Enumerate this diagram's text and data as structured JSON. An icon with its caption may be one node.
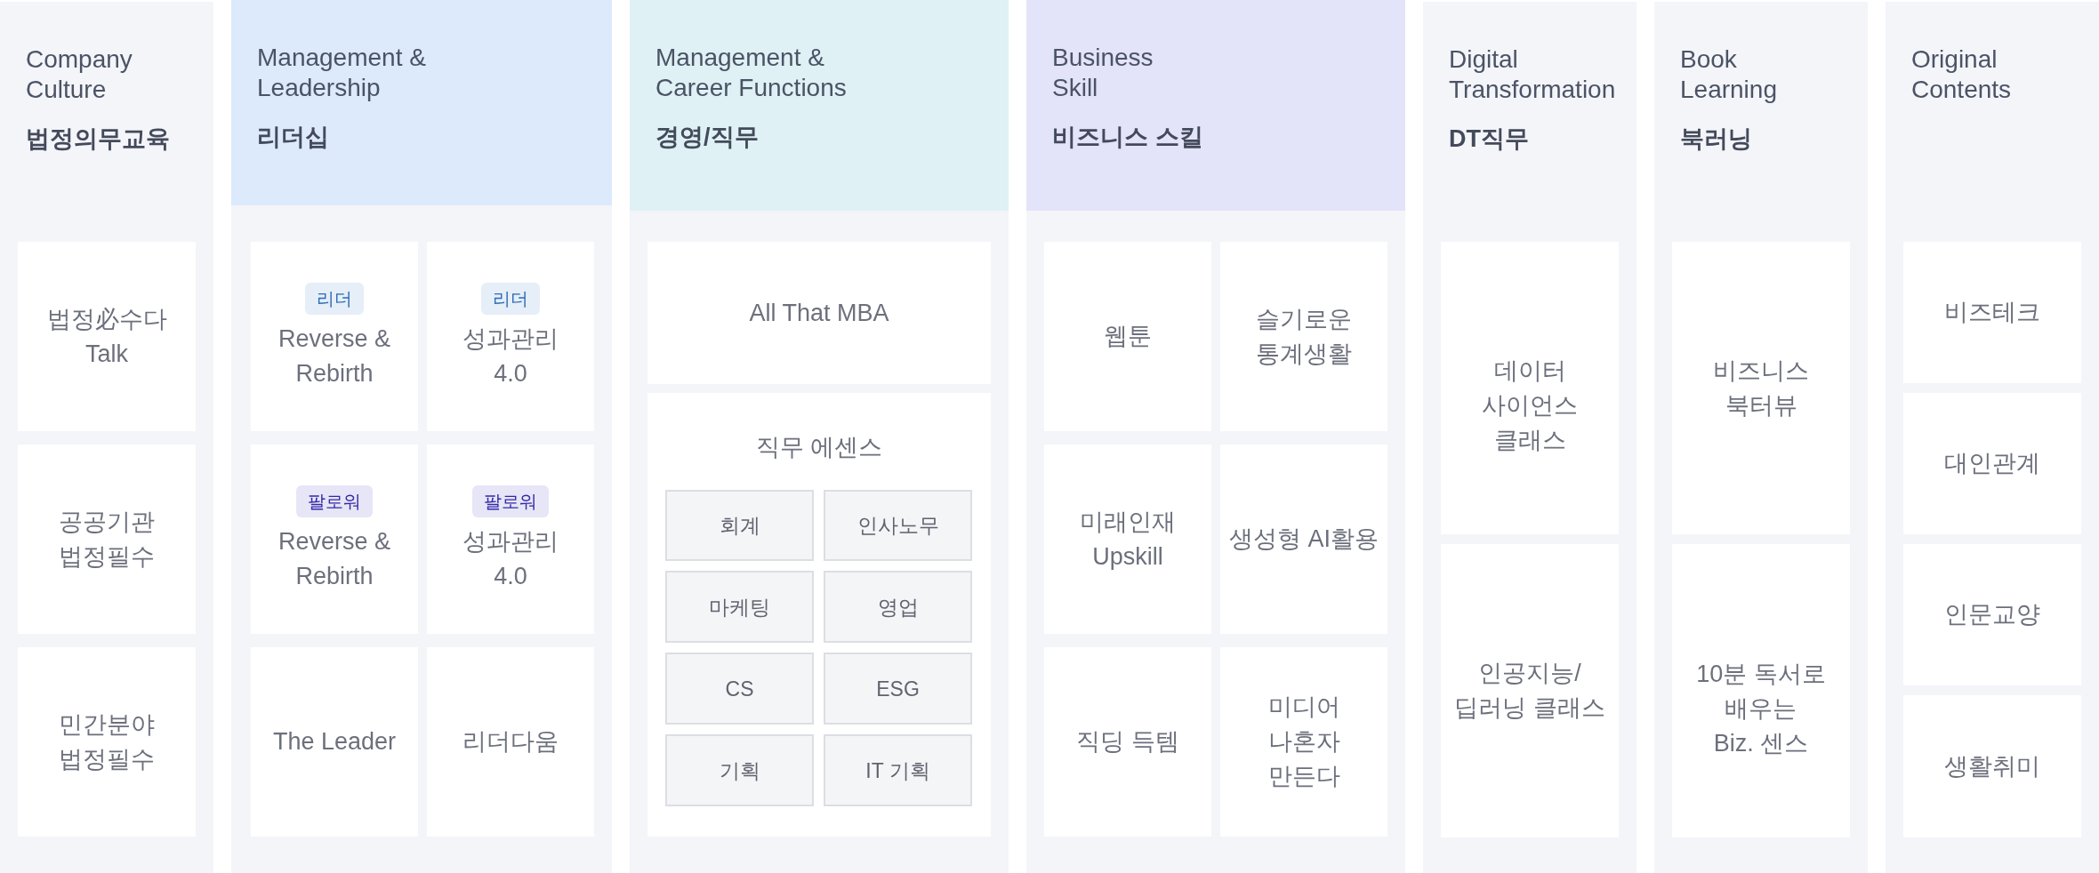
{
  "diagram": {
    "nodes": [
      {
        "text": [
          "Company Culture",
          "법정의무교육"
        ]
      },
      {
        "text": [
          "법정必수다 Talk"
        ],
        "in": 0
      },
      {
        "text": [
          "공공기관 법정필수"
        ],
        "in": 0
      },
      {
        "text": [
          "민간분야 법정필수"
        ],
        "in": 0
      },
      {
        "text": [
          "Management & Leadership",
          "리더십"
        ]
      },
      {
        "text": [
          "Reverse & Rebirth"
        ],
        "in": 4
      },
      {
        "text": [
          "리더"
        ],
        "in": 5
      },
      {
        "text": [
          "성과관리 4.0"
        ],
        "in": 4
      },
      {
        "text": [
          "리더"
        ],
        "in": 7
      },
      {
        "text": [
          "Reverse & Rebirth"
        ],
        "in": 4
      },
      {
        "text": [
          "팔로워"
        ],
        "in": 9
      },
      {
        "text": [
          "성과관리 4.0"
        ],
        "in": 4
      },
      {
        "text": [
          "팔로워"
        ],
        "in": 11
      },
      {
        "text": [
          "The Leader"
        ],
        "in": 4
      },
      {
        "text": [
          "리더다움"
        ],
        "in": 4
      },
      {
        "text": [
          "Management & Career Functions",
          "경영/직무"
        ]
      },
      {
        "text": [
          "All That MBA"
        ],
        "in": 15
      },
      {
        "text": [
          "직무 에센스"
        ],
        "in": 15
      },
      {
        "text": [
          "회계"
        ],
        "in": 17
      },
      {
        "text": [
          "인사노무"
        ],
        "in": 17
      },
      {
        "text": [
          "마케팅"
        ],
        "in": 17
      },
      {
        "text": [
          "영업"
        ],
        "in": 17
      },
      {
        "text": [
          "CS"
        ],
        "in": 17
      },
      {
        "text": [
          "ESG"
        ],
        "in": 17
      },
      {
        "text": [
          "기획"
        ],
        "in": 17
      },
      {
        "text": [
          "IT 기획"
        ],
        "in": 17
      },
      {
        "text": [
          "Business Skill",
          "비즈니스 스킬"
        ]
      },
      {
        "text": [
          "웹툰"
        ],
        "in": 26
      },
      {
        "text": [
          "슬기로운 통계생활"
        ],
        "in": 26
      },
      {
        "text": [
          "미래인재 Upskill"
        ],
        "in": 26
      },
      {
        "text": [
          "생성형 AI활용"
        ],
        "in": 26
      },
      {
        "text": [
          "직딩 득템"
        ],
        "in": 26
      },
      {
        "text": [
          "미디어 나혼자 만든다"
        ],
        "in": 26
      },
      {
        "text": [
          "Digital Transformation",
          "DT직무"
        ]
      },
      {
        "text": [
          "데이터 사이언스 클래스"
        ],
        "in": 33
      },
      {
        "text": [
          "인공지능/ 딥러닝 클래스"
        ],
        "in": 33
      },
      {
        "text": [
          "Book Learning",
          "북러닝"
        ]
      },
      {
        "text": [
          "비즈니스 북터뷰"
        ],
        "in": 36
      },
      {
        "text": [
          "10분 독서로 배우는 Biz. 센스"
        ],
        "in": 36
      },
      {
        "text": [
          "Original Contents"
        ]
      },
      {
        "text": [
          "비즈테크"
        ],
        "in": 39
      },
      {
        "text": [
          "대인관계"
        ],
        "in": 39
      },
      {
        "text": [
          "인문교양"
        ],
        "in": 39
      },
      {
        "text": [
          "생활취미"
        ],
        "in": 39
      }
    ]
  }
}
